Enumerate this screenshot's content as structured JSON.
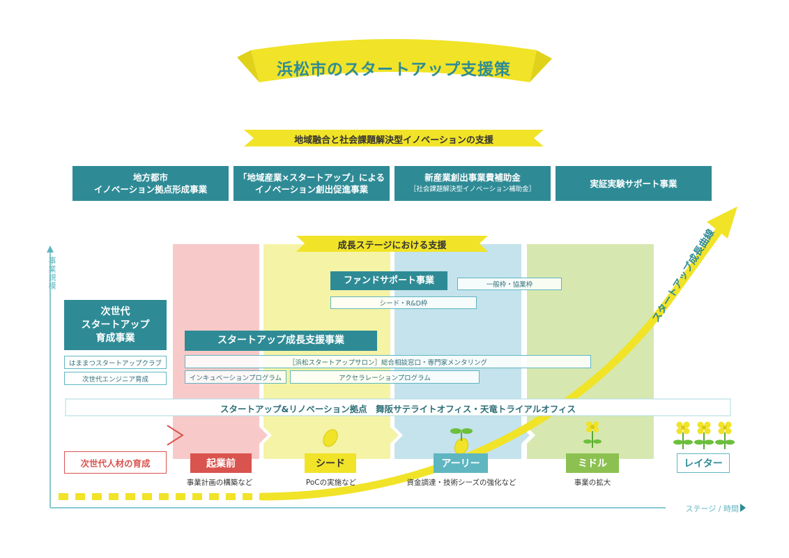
{
  "title": "浜松市のスタートアップ支援策",
  "section_banner": "地域融合と社会課題解決型イノベーションの支援",
  "top_programs": [
    {
      "line1": "地方都市",
      "line2": "イノベーション拠点形成事業",
      "note": ""
    },
    {
      "line1": "「地域産業×スタートアップ」による",
      "line2": "イノベーション創出促進事業",
      "note": ""
    },
    {
      "line1": "新産業創出事業費補助金",
      "line2": "［社会課題解決型イノベーション補助金］",
      "note": ""
    },
    {
      "line1": "実証実験サポート事業",
      "line2": "",
      "note": ""
    }
  ],
  "growth_banner": "成長ステージにおける支援",
  "axis": {
    "y_label": "事業規模",
    "x_label": "ステージ / 時間"
  },
  "curve_label": "スタートアップ成長曲線",
  "next_gen": {
    "box_line1": "次世代",
    "box_line2": "スタートアップ",
    "box_line3": "育成事業",
    "sub1": "はままつスタートアップクラブ",
    "sub2": "次世代エンジニア育成",
    "talent": "次世代人材の育成"
  },
  "fund": {
    "title": "ファンドサポート事業",
    "general": "一般枠・協業枠",
    "seed": "シード・R&D枠"
  },
  "growth_support": {
    "title": "スタートアップ成長支援事業",
    "salon": "［浜松スタートアップサロン］総合相談窓口・専門家メンタリング",
    "incubation": "インキュベーションプログラム",
    "accelerator": "アクセラレーションプログラム"
  },
  "base": "スタートアップ&リノベーション拠点　舞阪サテライトオフィス・天竜トライアルオフィス",
  "stages": [
    {
      "label": "起業前",
      "desc": "事業計画の構築など",
      "color": "#d9534f"
    },
    {
      "label": "シード",
      "desc": "PoCの実施など",
      "color": "#f1e327"
    },
    {
      "label": "アーリー",
      "desc": "資金調達・技術シーズの強化など",
      "color": "#5fb6c0"
    },
    {
      "label": "ミドル",
      "desc": "事業の拡大",
      "color": "#8cc152"
    },
    {
      "label": "レイター",
      "desc": "",
      "color": "#ffffff"
    }
  ],
  "colors": {
    "teal": "#2e8b96",
    "yellow": "#f1e327",
    "pink_bg": "#f8c9c9",
    "yellow_bg": "#f5f3a6",
    "blue_bg": "#c4e3ec",
    "green_bg": "#d6e8b0"
  },
  "icons": [
    "bean-icon",
    "sprout-icon",
    "flower-icon",
    "flower-cluster-icon"
  ]
}
